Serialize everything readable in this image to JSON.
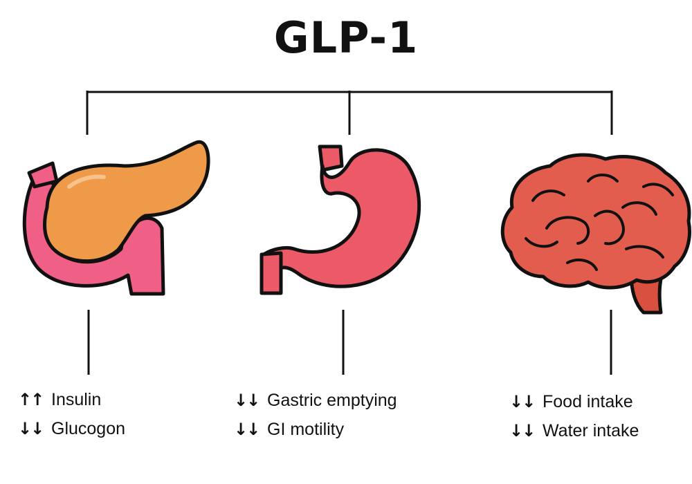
{
  "title": "GLP-1",
  "colors": {
    "outline": "#111111",
    "pancreas_body": "#ee9a48",
    "duodenum": "#ef5f86",
    "stomach": "#ec5a68",
    "brain": "#e35d4f",
    "brain_stem": "#d9503f"
  },
  "organs": [
    {
      "organ_icon": "pancreas-icon",
      "effects": [
        {
          "arrows": "↑↑",
          "label": "Insulin"
        },
        {
          "arrows": "↓↓",
          "label": "Glucogon"
        }
      ]
    },
    {
      "organ_icon": "stomach-icon",
      "effects": [
        {
          "arrows": "↓↓",
          "label": "Gastric emptying"
        },
        {
          "arrows": "↓↓",
          "label": "GI motility"
        }
      ]
    },
    {
      "organ_icon": "brain-icon",
      "effects": [
        {
          "arrows": "↓↓",
          "label": "Food intake"
        },
        {
          "arrows": "↓↓",
          "label": "Water intake"
        }
      ]
    }
  ]
}
